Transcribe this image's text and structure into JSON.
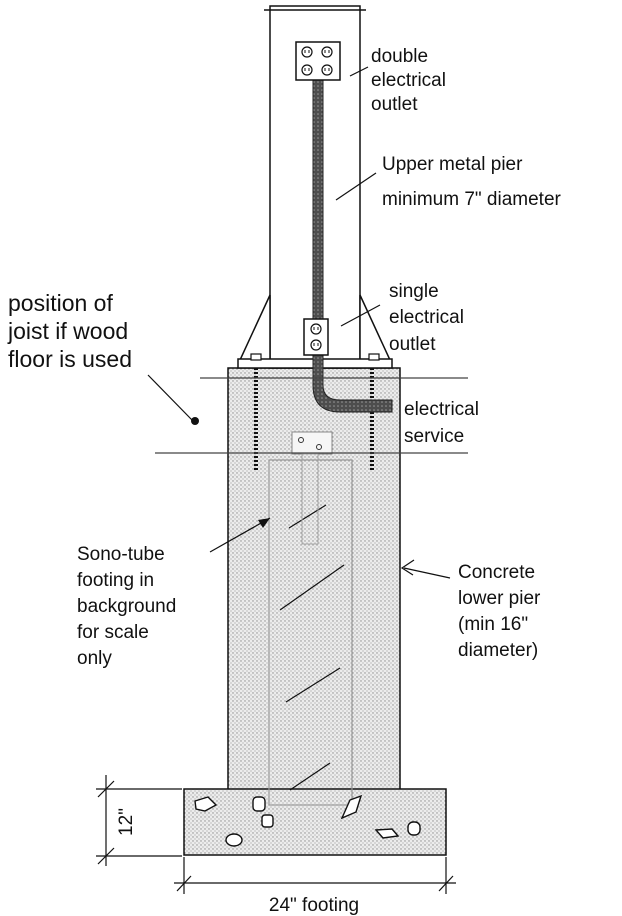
{
  "labels": {
    "double_outlet": [
      "double",
      "electrical",
      "outlet"
    ],
    "upper_pier": [
      "Upper metal pier",
      "minimum 7\" diameter"
    ],
    "single_outlet": [
      "single",
      "electrical",
      "outlet"
    ],
    "joist": [
      "position of",
      "joist if wood",
      "floor is used"
    ],
    "electrical_service": [
      "electrical",
      "service"
    ],
    "sono_tube": [
      "Sono-tube",
      "footing in",
      "background",
      "for scale",
      "only"
    ],
    "concrete_pier": [
      "Concrete",
      "lower pier",
      "(min 16\"",
      "diameter)"
    ],
    "footing_height": "12\"",
    "footing_width": "24\" footing"
  },
  "colors": {
    "ink": "#111111",
    "concrete_fill": "#e8e8e8",
    "conduit": "#555555"
  },
  "icons": [
    "double-outlet-icon",
    "single-outlet-icon",
    "joist-marker-dot"
  ]
}
